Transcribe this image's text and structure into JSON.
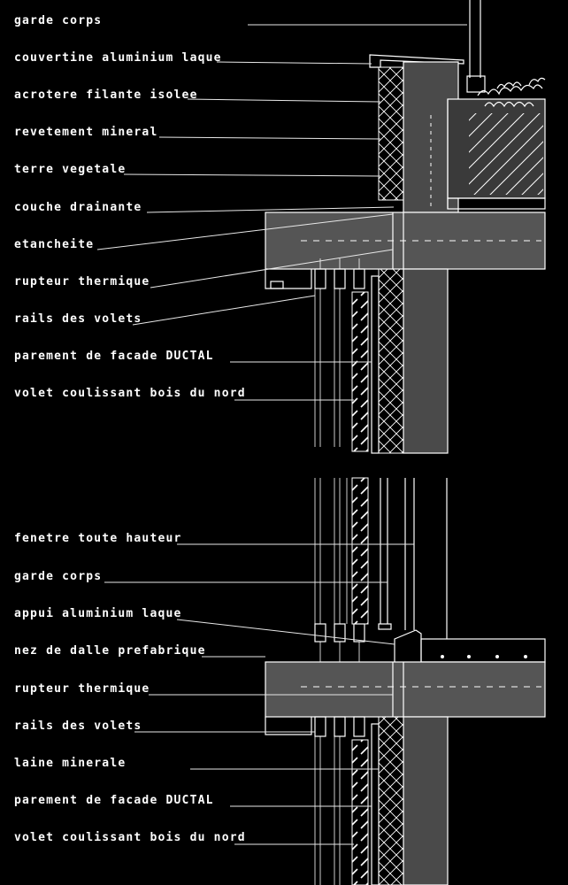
{
  "labels": [
    "garde corps",
    "couvertine aluminium laque",
    "acrotere filante isolee",
    "revetement mineral",
    "terre vegetale",
    "couche drainante",
    "etancheite",
    "rupteur thermique",
    "rails des volets",
    "parement de facade DUCTAL",
    "volet coulissant bois du nord",
    "fenetre toute hauteur",
    "garde corps",
    "appui aluminium laque",
    "nez de dalle prefabrique",
    "rupteur thermique",
    "rails des volets",
    "laine minerale",
    "parement de facade DUCTAL",
    "volet coulissant bois du nord"
  ]
}
